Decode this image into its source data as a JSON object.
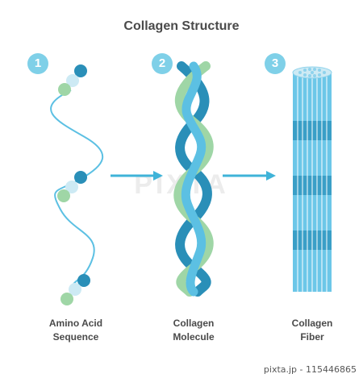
{
  "title": "Collagen Structure",
  "steps": [
    {
      "number": "1",
      "label_line1": "Amino Acid",
      "label_line2": "Sequence"
    },
    {
      "number": "2",
      "label_line1": "Collagen",
      "label_line2": "Molecule"
    },
    {
      "number": "3",
      "label_line1": "Collagen",
      "label_line2": "Fiber"
    }
  ],
  "watermark": "PIXTA",
  "footer": "pixta.jp - 115446865",
  "colors": {
    "badge": "#7fd0e8",
    "blue": "#5cc0e3",
    "dark_blue": "#2a8fb8",
    "green": "#9fd6a6",
    "light_blue": "#cdeaf4",
    "arrow": "#3fb3d8",
    "text": "#4a4a4a"
  }
}
